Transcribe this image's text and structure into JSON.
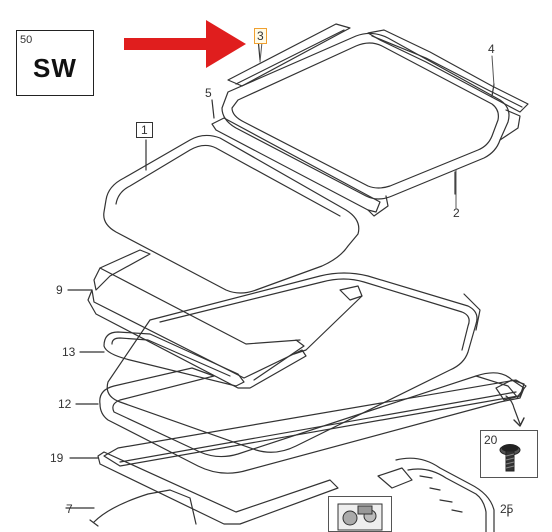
{
  "variant": {
    "number": "50",
    "code": "SW"
  },
  "callouts": {
    "c1": "1",
    "c2": "2",
    "c3": "3",
    "c4": "4",
    "c5": "5",
    "c7": "7",
    "c9": "9",
    "c12": "12",
    "c13": "13",
    "c19": "19",
    "c20": "20",
    "c25": "25"
  },
  "colors": {
    "arrow": "#e01e1e",
    "line": "#333333",
    "highlight": "#f0a030"
  }
}
